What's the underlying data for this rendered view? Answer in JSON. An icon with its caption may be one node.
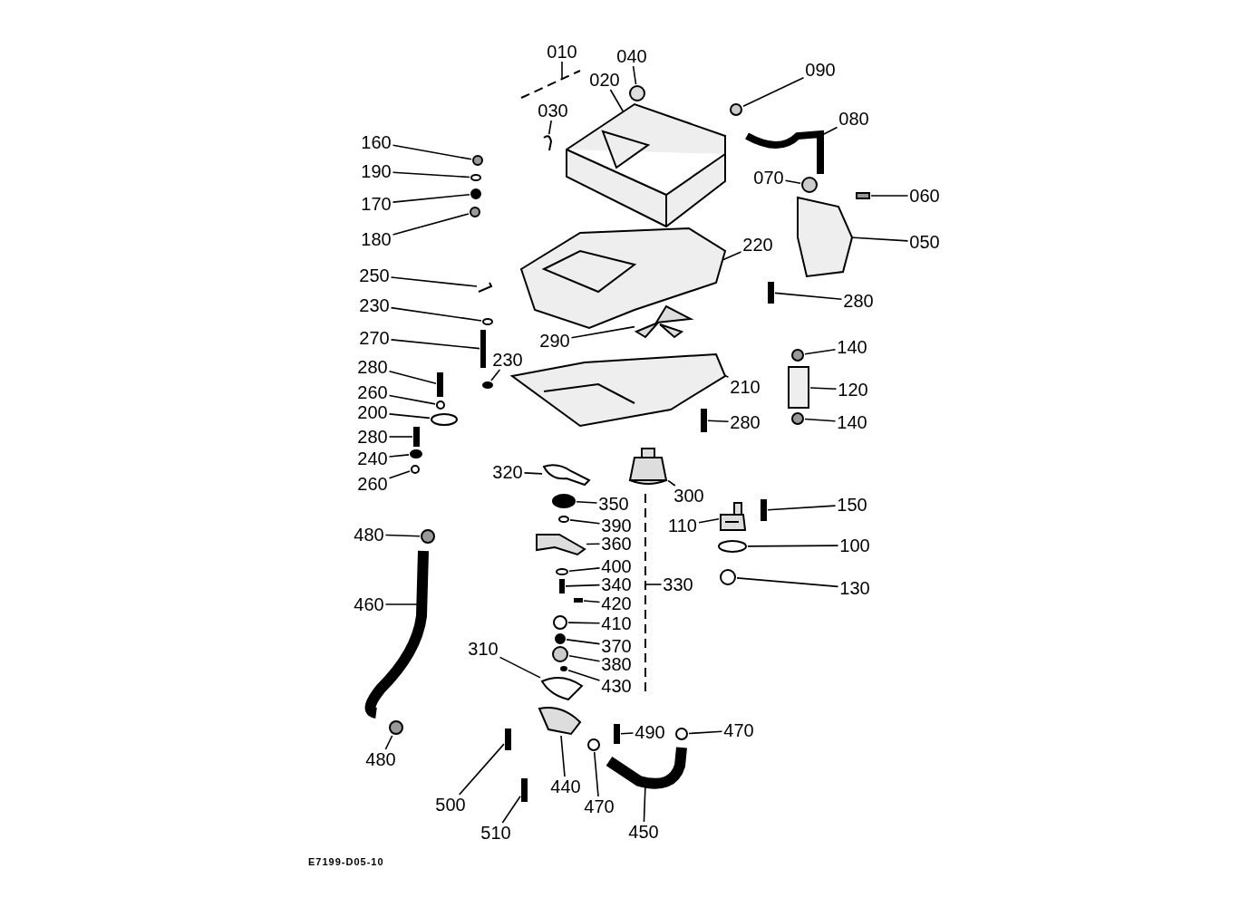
{
  "diagram": {
    "nodes": [
      {
        "text": [
          "010"
        ]
      },
      {
        "text": [
          "040"
        ]
      },
      {
        "text": [
          "020"
        ]
      },
      {
        "text": [
          "030"
        ]
      },
      {
        "text": [
          "090"
        ]
      },
      {
        "text": [
          "080"
        ]
      },
      {
        "text": [
          "160"
        ]
      },
      {
        "text": [
          "190"
        ]
      },
      {
        "text": [
          "170"
        ]
      },
      {
        "text": [
          "180"
        ]
      },
      {
        "text": [
          "070"
        ]
      },
      {
        "text": [
          "060"
        ]
      },
      {
        "text": [
          "220"
        ]
      },
      {
        "text": [
          "050"
        ]
      },
      {
        "text": [
          "250"
        ]
      },
      {
        "text": [
          "280"
        ]
      },
      {
        "text": [
          "230"
        ]
      },
      {
        "text": [
          "290"
        ]
      },
      {
        "text": [
          "270"
        ]
      },
      {
        "text": [
          "230"
        ]
      },
      {
        "text": [
          "140"
        ]
      },
      {
        "text": [
          "280"
        ]
      },
      {
        "text": [
          "210"
        ]
      },
      {
        "text": [
          "120"
        ]
      },
      {
        "text": [
          "260"
        ]
      },
      {
        "text": [
          "200"
        ]
      },
      {
        "text": [
          "140"
        ]
      },
      {
        "text": [
          "280"
        ]
      },
      {
        "text": [
          "280"
        ]
      },
      {
        "text": [
          "240"
        ]
      },
      {
        "text": [
          "260"
        ]
      },
      {
        "text": [
          "320"
        ]
      },
      {
        "text": [
          "300"
        ]
      },
      {
        "text": [
          "350"
        ]
      },
      {
        "text": [
          "150"
        ]
      },
      {
        "text": [
          "390"
        ]
      },
      {
        "text": [
          "110"
        ]
      },
      {
        "text": [
          "480"
        ]
      },
      {
        "text": [
          "360"
        ]
      },
      {
        "text": [
          "100"
        ]
      },
      {
        "text": [
          "400"
        ]
      },
      {
        "text": [
          "340"
        ]
      },
      {
        "text": [
          "330"
        ]
      },
      {
        "text": [
          "130"
        ]
      },
      {
        "text": [
          "420"
        ]
      },
      {
        "text": [
          "460"
        ]
      },
      {
        "text": [
          "410"
        ]
      },
      {
        "text": [
          "370"
        ]
      },
      {
        "text": [
          "310"
        ]
      },
      {
        "text": [
          "380"
        ]
      },
      {
        "text": [
          "430"
        ]
      },
      {
        "text": [
          "470"
        ]
      },
      {
        "text": [
          "480"
        ]
      },
      {
        "text": [
          "490"
        ]
      },
      {
        "text": [
          "500"
        ]
      },
      {
        "text": [
          "440"
        ]
      },
      {
        "text": [
          "470"
        ]
      },
      {
        "text": [
          "450"
        ]
      },
      {
        "text": [
          "510"
        ]
      },
      {
        "text": [],
        "shape": "bracket"
      },
      {
        "text": [],
        "shape": "circle"
      },
      {
        "text": [],
        "shape": "picture"
      },
      {
        "text": [],
        "shape": "picture"
      },
      {
        "text": [],
        "shape": "circle"
      },
      {
        "text": [],
        "shape": "picture"
      },
      {
        "text": [],
        "shape": "circle"
      },
      {
        "text": [],
        "shape": "circle"
      },
      {
        "text": [],
        "shape": "circle"
      },
      {
        "text": [],
        "shape": "circle"
      },
      {
        "text": [],
        "shape": "circle"
      },
      {
        "text": [],
        "shape": "bar"
      },
      {
        "text": [],
        "shape": "picture"
      },
      {
        "text": [],
        "shape": "picture"
      },
      {
        "text": [],
        "shape": "picture"
      },
      {
        "text": [],
        "shape": "bar"
      },
      {
        "text": [],
        "shape": "circle"
      },
      {
        "text": [],
        "shape": "picture"
      },
      {
        "text": [],
        "shape": "bar"
      },
      {
        "text": [],
        "shape": "circle"
      },
      {
        "text": [],
        "shape": "circle"
      },
      {
        "text": [],
        "shape": "bar"
      },
      {
        "text": [],
        "shape": "picture"
      },
      {
        "text": [],
        "shape": "box"
      },
      {
        "text": [],
        "shape": "circle"
      },
      {
        "text": [],
        "shape": "circle"
      },
      {
        "text": [],
        "shape": "circle"
      },
      {
        "text": [],
        "shape": "bar"
      },
      {
        "text": [],
        "shape": "bar"
      },
      {
        "text": [],
        "shape": "circle"
      },
      {
        "text": [],
        "shape": "circle"
      },
      {
        "text": [],
        "shape": "picture"
      },
      {
        "text": [],
        "shape": "picture"
      },
      {
        "text": [],
        "shape": "circle"
      },
      {
        "text": [],
        "shape": "bar"
      },
      {
        "text": [],
        "shape": "circle"
      },
      {
        "text": [],
        "shape": "picture"
      },
      {
        "text": [],
        "shape": "circle"
      },
      {
        "text": [],
        "shape": "picture"
      },
      {
        "text": [],
        "shape": "circle"
      },
      {
        "text": [],
        "shape": "circle"
      },
      {
        "text": [],
        "shape": "bar"
      },
      {
        "text": [],
        "shape": "bracket"
      },
      {
        "text": [],
        "shape": "circle"
      },
      {
        "text": [],
        "shape": "bar"
      },
      {
        "text": [],
        "shape": "picture"
      },
      {
        "text": [],
        "shape": "circle"
      },
      {
        "text": [],
        "shape": "circle"
      },
      {
        "text": [],
        "shape": "picture"
      },
      {
        "text": [],
        "shape": "circle"
      },
      {
        "text": [],
        "shape": "circle"
      },
      {
        "text": [],
        "shape": "circle"
      },
      {
        "text": [],
        "shape": "circle"
      },
      {
        "text": [],
        "shape": "bar"
      },
      {
        "text": [],
        "shape": "bar"
      },
      {
        "text": [],
        "shape": "picture"
      },
      {
        "text": [],
        "shape": "circle"
      },
      {
        "text": [],
        "shape": "picture"
      },
      {
        "text": [],
        "shape": "bar"
      }
    ],
    "edges": [
      {
        "from": 0,
        "to": 59,
        "arrow": "none"
      },
      {
        "from": 1,
        "to": 60,
        "arrow": "none"
      },
      {
        "from": 2,
        "to": 61,
        "arrow": "none"
      },
      {
        "from": 3,
        "to": 62,
        "arrow": "none"
      },
      {
        "from": 4,
        "to": 63,
        "arrow": "none"
      },
      {
        "from": 5,
        "to": 64,
        "arrow": "none"
      },
      {
        "from": 6,
        "to": 65,
        "arrow": "none"
      },
      {
        "from": 7,
        "to": 66,
        "arrow": "none"
      },
      {
        "from": 8,
        "to": 67,
        "arrow": "none"
      },
      {
        "from": 9,
        "to": 68,
        "arrow": "none"
      },
      {
        "from": 10,
        "to": 69,
        "arrow": "none"
      },
      {
        "from": 11,
        "to": 70,
        "arrow": "none"
      },
      {
        "from": 12,
        "to": 71,
        "arrow": "none"
      },
      {
        "from": 13,
        "to": 72,
        "arrow": "none"
      },
      {
        "from": 14,
        "to": 73,
        "arrow": "none"
      },
      {
        "from": 15,
        "to": 74,
        "arrow": "none"
      },
      {
        "from": 16,
        "to": 75,
        "arrow": "none"
      },
      {
        "from": 17,
        "to": 76,
        "arrow": "none"
      },
      {
        "from": 18,
        "to": 77,
        "arrow": "none"
      },
      {
        "from": 19,
        "to": 78,
        "arrow": "none"
      },
      {
        "from": 20,
        "to": 79,
        "arrow": "none"
      },
      {
        "from": 21,
        "to": 80,
        "arrow": "none"
      },
      {
        "from": 22,
        "to": 81,
        "arrow": "none"
      },
      {
        "from": 23,
        "to": 82,
        "arrow": "none"
      },
      {
        "from": 24,
        "to": 83,
        "arrow": "none"
      },
      {
        "from": 25,
        "to": 84,
        "arrow": "none"
      },
      {
        "from": 26,
        "to": 85,
        "arrow": "none"
      },
      {
        "from": 27,
        "to": 86,
        "arrow": "none"
      },
      {
        "from": 28,
        "to": 87,
        "arrow": "none"
      },
      {
        "from": 29,
        "to": 88,
        "arrow": "none"
      },
      {
        "from": 30,
        "to": 89,
        "arrow": "none"
      },
      {
        "from": 31,
        "to": 90,
        "arrow": "none"
      },
      {
        "from": 32,
        "to": 91,
        "arrow": "none"
      },
      {
        "from": 33,
        "to": 92,
        "arrow": "none"
      },
      {
        "from": 34,
        "to": 93,
        "arrow": "none"
      },
      {
        "from": 35,
        "to": 94,
        "arrow": "none"
      },
      {
        "from": 36,
        "to": 95,
        "arrow": "none"
      },
      {
        "from": 37,
        "to": 96,
        "arrow": "none"
      },
      {
        "from": 38,
        "to": 97,
        "arrow": "none"
      },
      {
        "from": 39,
        "to": 98,
        "arrow": "none"
      },
      {
        "from": 40,
        "to": 99,
        "arrow": "none"
      },
      {
        "from": 41,
        "to": 100,
        "arrow": "none"
      },
      {
        "from": 42,
        "to": 101,
        "arrow": "none"
      },
      {
        "from": 43,
        "to": 102,
        "arrow": "none"
      },
      {
        "from": 44,
        "to": 103,
        "arrow": "none"
      },
      {
        "from": 45,
        "to": 104,
        "arrow": "none"
      },
      {
        "from": 46,
        "to": 105,
        "arrow": "none"
      },
      {
        "from": 47,
        "to": 106,
        "arrow": "none"
      },
      {
        "from": 48,
        "to": 107,
        "arrow": "none"
      },
      {
        "from": 49,
        "to": 108,
        "arrow": "none"
      },
      {
        "from": 50,
        "to": 109,
        "arrow": "none"
      },
      {
        "from": 51,
        "to": 110,
        "arrow": "none"
      },
      {
        "from": 52,
        "to": 111,
        "arrow": "none"
      },
      {
        "from": 53,
        "to": 112,
        "arrow": "none"
      },
      {
        "from": 54,
        "to": 113,
        "arrow": "none"
      },
      {
        "from": 55,
        "to": 114,
        "arrow": "none"
      },
      {
        "from": 56,
        "to": 115,
        "arrow": "none"
      },
      {
        "from": 57,
        "to": 116,
        "arrow": "none"
      },
      {
        "from": 58,
        "to": 117,
        "arrow": "none"
      }
    ],
    "labels": [
      "E7199-D05-10"
    ]
  }
}
